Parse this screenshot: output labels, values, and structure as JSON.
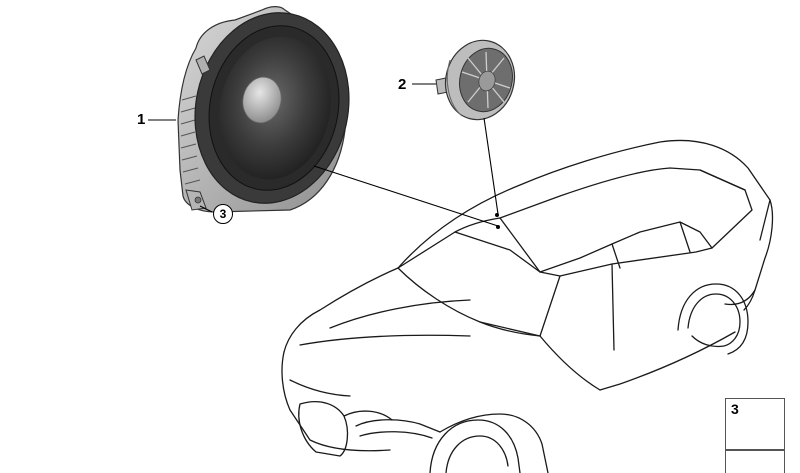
{
  "parts": [
    {
      "number": "1",
      "name": "speaker-woofer"
    },
    {
      "number": "2",
      "name": "speaker-tweeter"
    },
    {
      "number": "3",
      "name": "screw"
    }
  ],
  "callouts": {
    "woofer": "1",
    "tweeter": "2",
    "screw_circled": "3",
    "legend_screw": "3"
  },
  "colors": {
    "line": "#000000",
    "speaker_dark": "#2b2b2b",
    "speaker_mid": "#5a5a5a",
    "speaker_light": "#bdbdbd"
  }
}
